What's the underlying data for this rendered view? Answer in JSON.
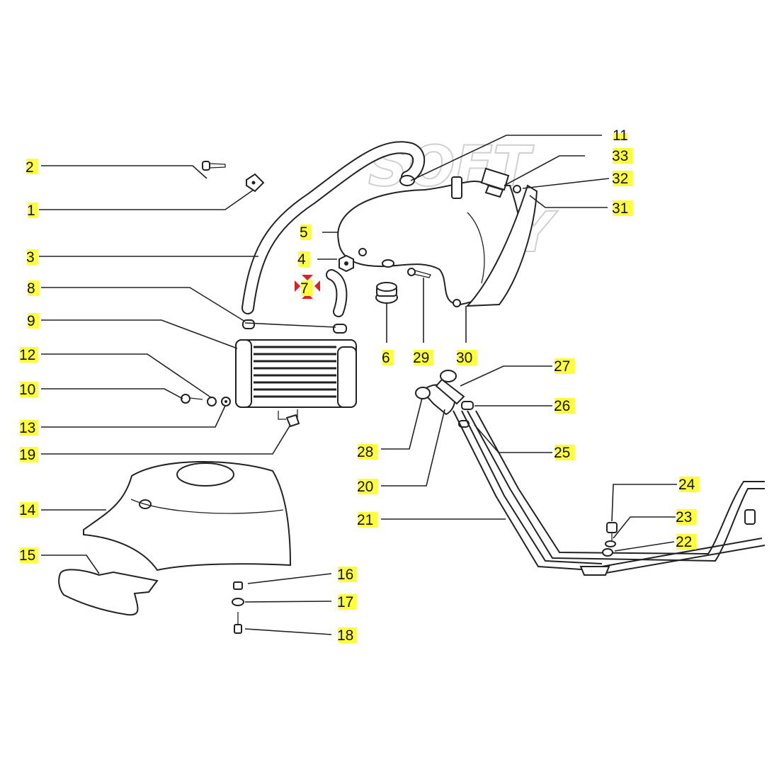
{
  "watermark": {
    "line1": "SOFT",
    "line2": "WAY"
  },
  "colors": {
    "label_highlight": "#ffff3a",
    "marker_red": "#e02020",
    "line": "#222222"
  },
  "selected_label": "7",
  "labels": [
    "1",
    "2",
    "3",
    "4",
    "5",
    "6",
    "7",
    "8",
    "9",
    "10",
    "11",
    "12",
    "13",
    "14",
    "15",
    "16",
    "17",
    "18",
    "19",
    "20",
    "21",
    "22",
    "23",
    "24",
    "25",
    "26",
    "27",
    "28",
    "29",
    "30",
    "31",
    "32",
    "33"
  ]
}
